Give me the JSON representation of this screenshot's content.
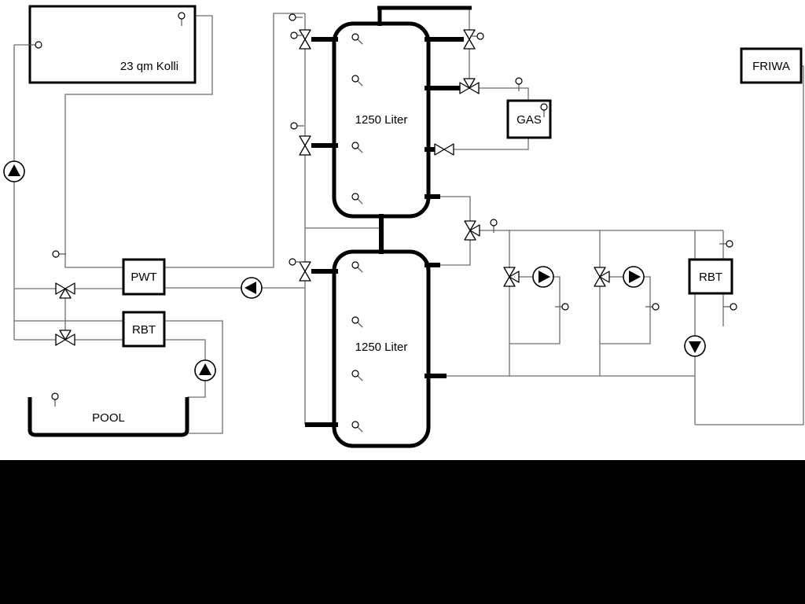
{
  "diagram": {
    "collector": {
      "label": "23 qm Kolli"
    },
    "tanks": {
      "top_label": "1250 Liter",
      "bottom_label": "1250 Liter"
    },
    "heat_exchangers": {
      "pwt_label": "PWT",
      "rbt_solar_label": "RBT",
      "rbt_dhw_label": "RBT"
    },
    "boiler": {
      "label": "GAS"
    },
    "fresh_water": {
      "label": "FRIWA"
    },
    "pool": {
      "label": "POOL"
    },
    "colors": {
      "pipe": "#6e6e6e",
      "outline": "#000000",
      "canvas": "#ffffff",
      "letterbox": "#000000"
    }
  }
}
